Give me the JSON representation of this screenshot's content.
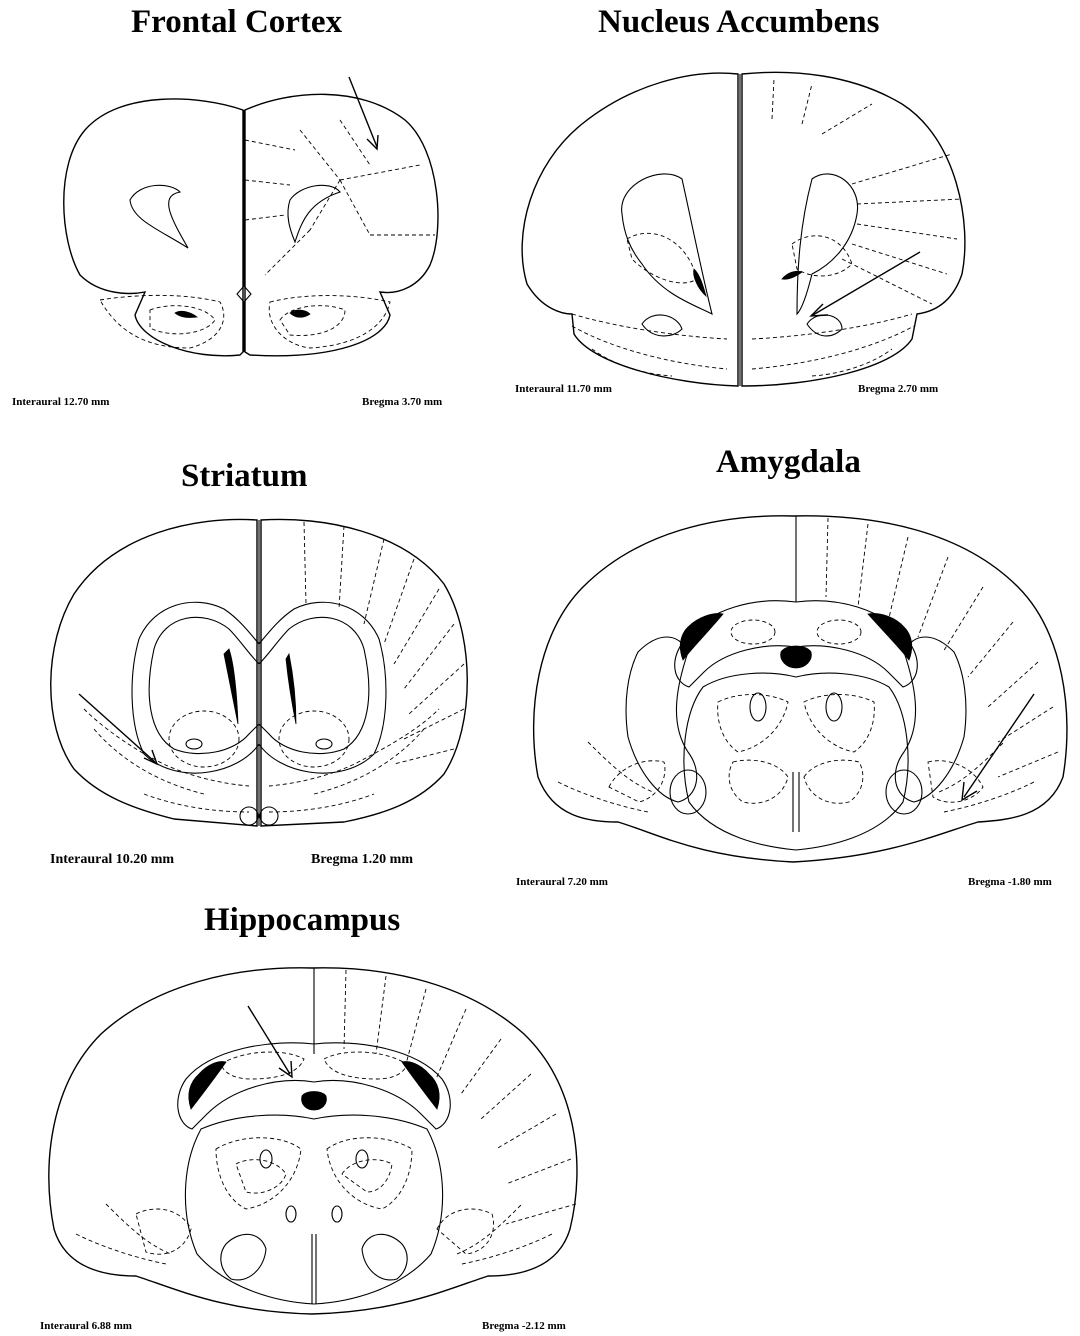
{
  "panels": [
    {
      "title": "Frontal Cortex",
      "interaural": "Interaural 12.70 mm",
      "bregma": "Bregma 3.70 mm"
    },
    {
      "title": "Nucleus Accumbens",
      "interaural": "Interaural 11.70 mm",
      "bregma": "Bregma 2.70  mm"
    },
    {
      "title": "Striatum",
      "interaural": "Interaural 10.20 mm",
      "bregma": "Bregma 1.20 mm"
    },
    {
      "title": "Amygdala",
      "interaural": "Interaural 7.20 mm",
      "bregma": "Bregma -1.80 mm"
    },
    {
      "title": "Hippocampus",
      "interaural": "Interaural 6.88 mm",
      "bregma": "Bregma -2.12  mm"
    }
  ]
}
